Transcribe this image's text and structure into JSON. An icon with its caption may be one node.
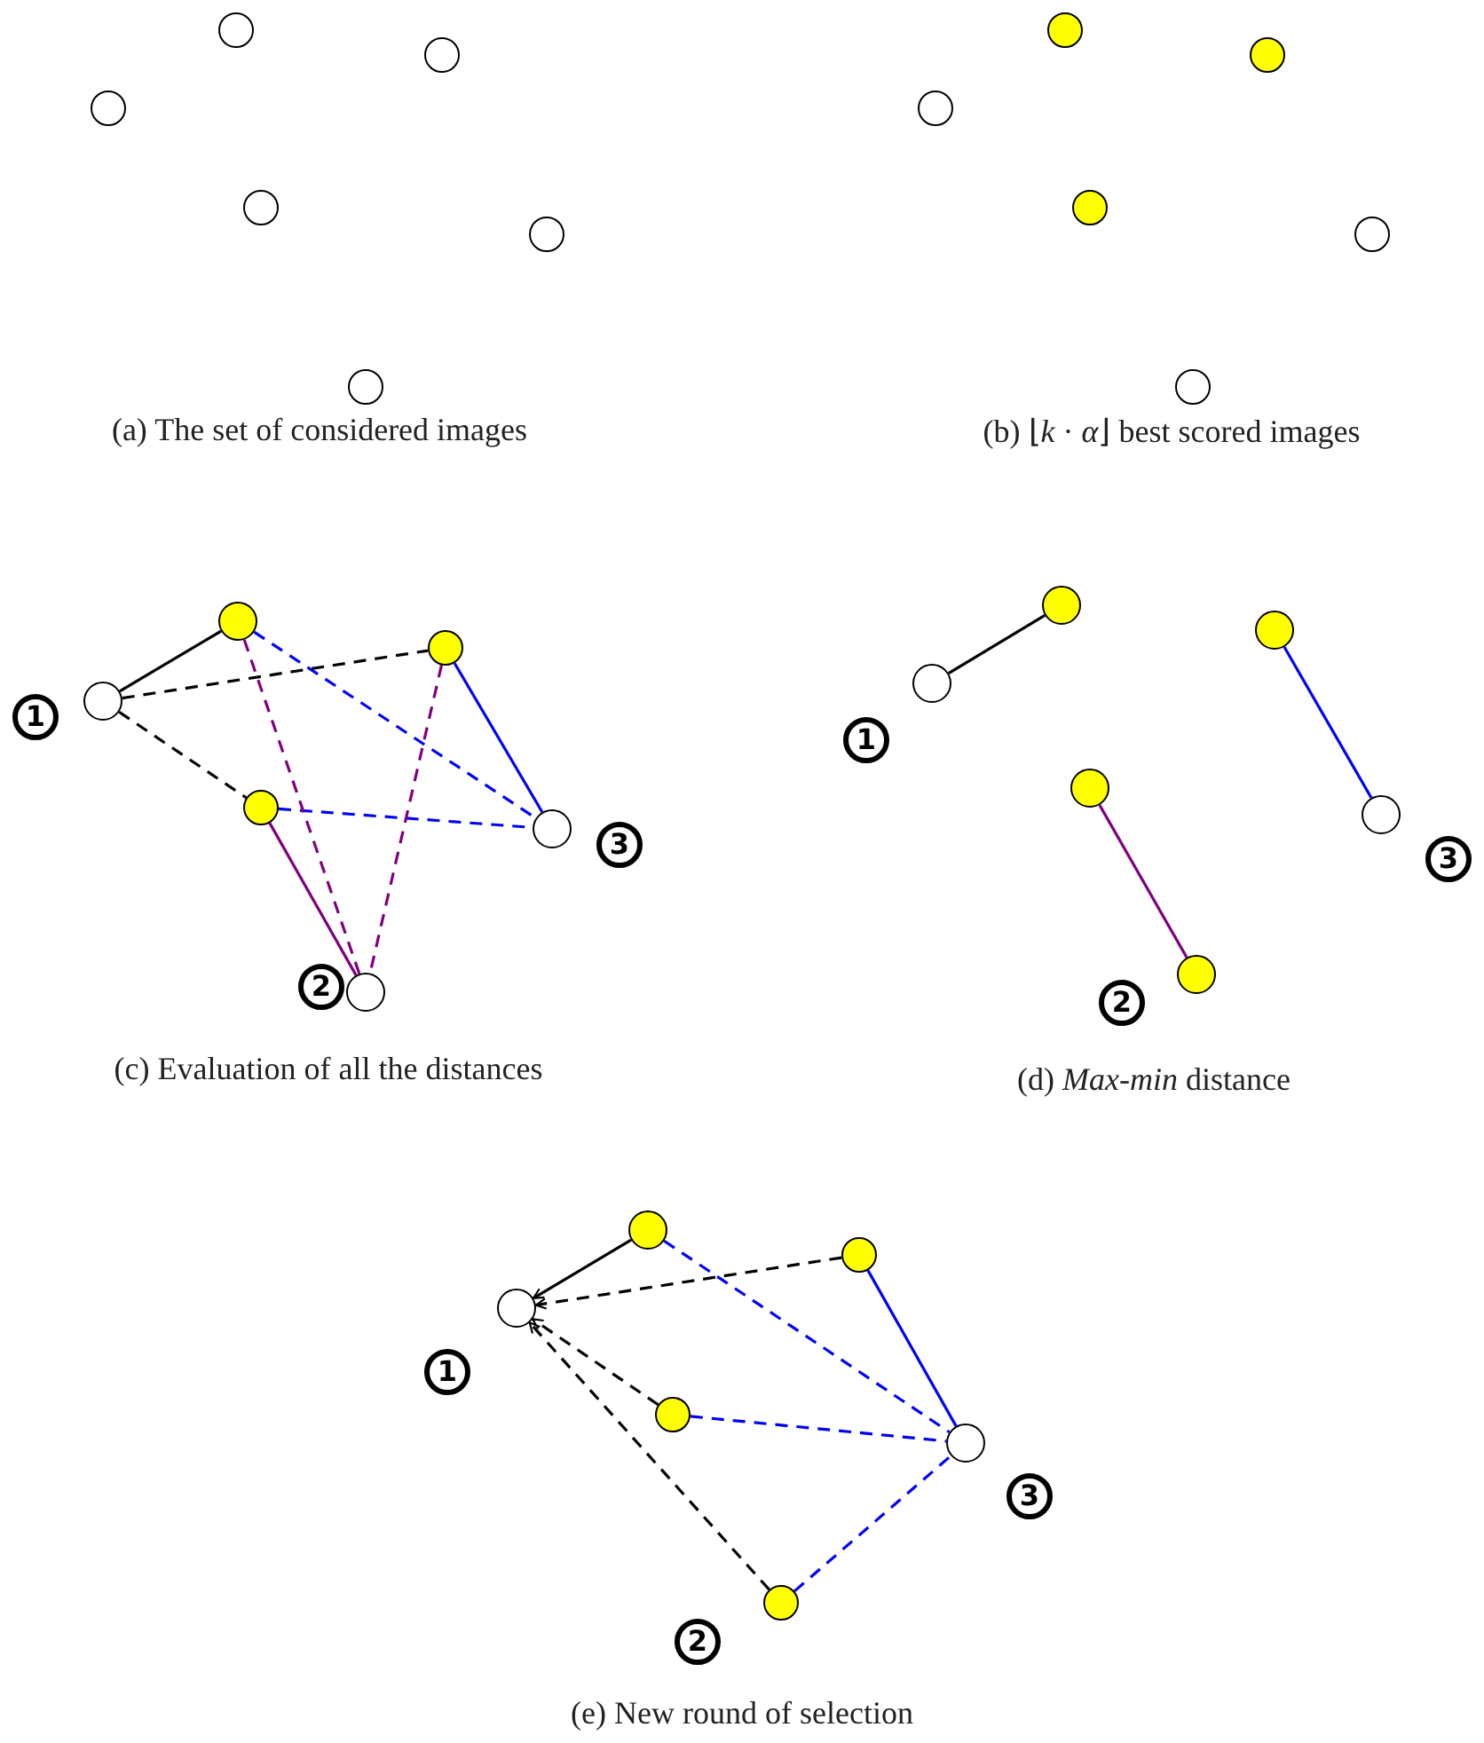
{
  "diagram": {
    "nodes": [
      {
        "text": [],
        "shape": "circle"
      },
      {
        "text": [],
        "shape": "circle"
      },
      {
        "text": [],
        "shape": "circle"
      },
      {
        "text": [],
        "shape": "circle"
      },
      {
        "text": [],
        "shape": "circle"
      },
      {
        "text": [],
        "shape": "circle"
      },
      {
        "text": [],
        "shape": "circle"
      },
      {
        "text": [],
        "shape": "circle"
      },
      {
        "text": [],
        "shape": "circle"
      },
      {
        "text": [],
        "shape": "circle"
      },
      {
        "text": [],
        "shape": "circle"
      },
      {
        "text": [],
        "shape": "circle"
      },
      {
        "text": [],
        "shape": "circle"
      },
      {
        "text": [],
        "shape": "circle"
      },
      {
        "text": [],
        "shape": "circle",
        "beside": [
          "1"
        ]
      },
      {
        "text": [],
        "shape": "circle"
      },
      {
        "text": [],
        "shape": "circle",
        "beside": [
          "3"
        ]
      },
      {
        "text": [],
        "shape": "circle",
        "beside": [
          "2"
        ]
      },
      {
        "text": [],
        "shape": "circle"
      },
      {
        "text": [],
        "shape": "circle"
      },
      {
        "text": [],
        "shape": "circle",
        "beside": [
          "1"
        ]
      },
      {
        "text": [],
        "shape": "circle"
      },
      {
        "text": [],
        "shape": "circle",
        "beside": [
          "3"
        ]
      },
      {
        "text": [],
        "shape": "circle",
        "beside": [
          "2"
        ]
      },
      {
        "text": [],
        "shape": "circle"
      },
      {
        "text": [],
        "shape": "circle"
      },
      {
        "text": [],
        "shape": "circle",
        "beside": [
          "1"
        ]
      },
      {
        "text": [],
        "shape": "circle"
      },
      {
        "text": [],
        "shape": "circle",
        "beside": [
          "3"
        ]
      },
      {
        "text": [],
        "shape": "circle",
        "beside": [
          "2"
        ]
      }
    ],
    "edges": [
      {
        "from": 14,
        "to": 12,
        "arrow": "none"
      },
      {
        "from": 14,
        "to": 13,
        "arrow": "none",
        "style": "dashed"
      },
      {
        "from": 14,
        "to": 15,
        "arrow": "none",
        "style": "dashed"
      },
      {
        "from": 12,
        "to": 16,
        "arrow": "none",
        "style": "dashed",
        "color": "#0000ff"
      },
      {
        "from": 13,
        "to": 16,
        "arrow": "none",
        "color": "#0000ff"
      },
      {
        "from": 15,
        "to": 16,
        "arrow": "none",
        "style": "dashed",
        "color": "#0000ff"
      },
      {
        "from": 12,
        "to": 17,
        "arrow": "none",
        "style": "dashed",
        "color": "#800080"
      },
      {
        "from": 13,
        "to": 17,
        "arrow": "none",
        "style": "dashed",
        "color": "#800080"
      },
      {
        "from": 15,
        "to": 17,
        "arrow": "none",
        "color": "#800080"
      },
      {
        "from": 20,
        "to": 18,
        "arrow": "none"
      },
      {
        "from": 19,
        "to": 22,
        "arrow": "none",
        "color": "#0000ff"
      },
      {
        "from": 21,
        "to": 23,
        "arrow": "none",
        "color": "#800080"
      },
      {
        "from": 24,
        "to": 26,
        "arrow": "to"
      },
      {
        "from": 25,
        "to": 26,
        "arrow": "to",
        "style": "dashed"
      },
      {
        "from": 27,
        "to": 26,
        "arrow": "to",
        "style": "dashed"
      },
      {
        "from": 29,
        "to": 26,
        "arrow": "to",
        "style": "dashed"
      },
      {
        "from": 24,
        "to": 28,
        "arrow": "none",
        "style": "dashed",
        "color": "#0000ff"
      },
      {
        "from": 25,
        "to": 28,
        "arrow": "none",
        "color": "#0000ff"
      },
      {
        "from": 27,
        "to": 28,
        "arrow": "none",
        "style": "dashed",
        "color": "#0000ff"
      },
      {
        "from": 29,
        "to": 28,
        "arrow": "none",
        "style": "dashed",
        "color": "#0000ff"
      }
    ],
    "labels": [
      "(a) The set of considered images",
      "(b) ⌊*k* · *α*⌋ best scored images",
      "(c) Evaluation of all the distances",
      "(d) *Max-min* distance",
      "(e) New round of selection"
    ]
  }
}
